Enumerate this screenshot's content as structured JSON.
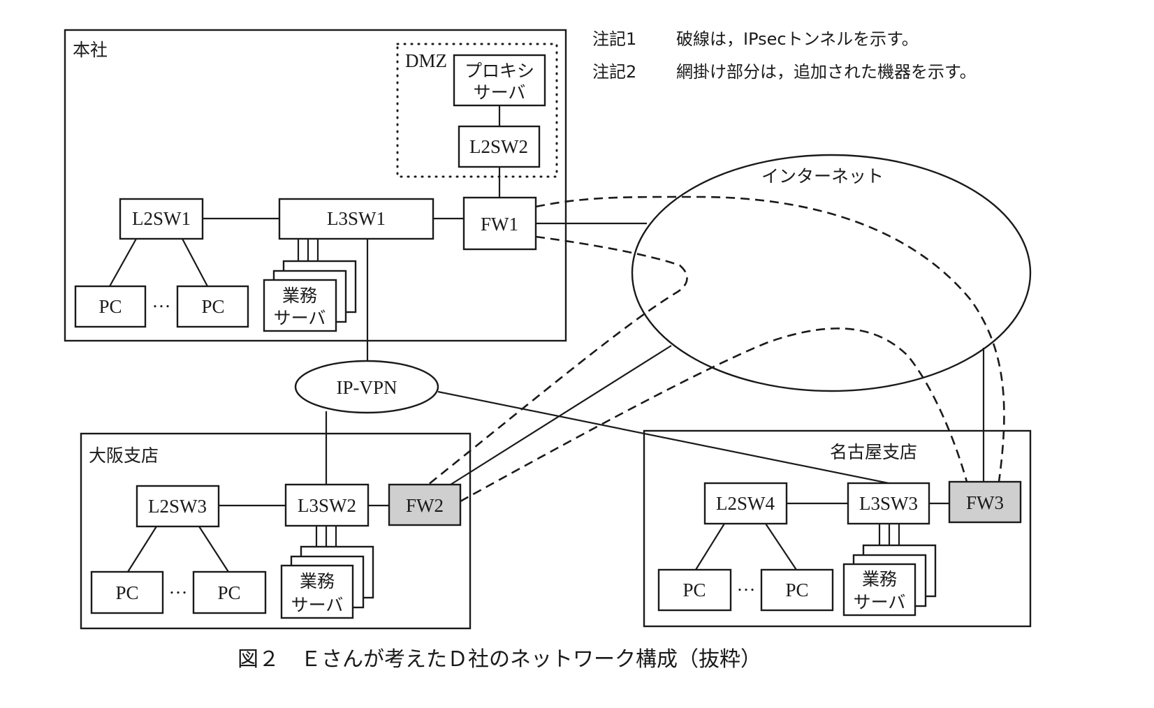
{
  "notes": [
    {
      "label": "注記1",
      "text": "破線は，IPsecトンネルを示す。"
    },
    {
      "label": "注記2",
      "text": "網掛け部分は，追加された機器を示す。"
    }
  ],
  "caption": "図２　Ｅさんが考えたＤ社のネットワーク構成（抜粋）",
  "regions": {
    "hq": "本社",
    "dmz": "DMZ",
    "osaka": "大阪支店",
    "nagoya": "名古屋支店"
  },
  "networks": {
    "internet": "インターネット",
    "ipvpn": "IP-VPN"
  },
  "devices": {
    "proxy_line1": "プロキシ",
    "proxy_line2": "サーバ",
    "l2sw2": "L2SW2",
    "fw1": "FW1",
    "l3sw1": "L3SW1",
    "l2sw1": "L2SW1",
    "l2sw3": "L2SW3",
    "l3sw2": "L3SW2",
    "fw2": "FW2",
    "l2sw4": "L2SW4",
    "l3sw3": "L3SW3",
    "fw3": "FW3",
    "pc": "PC",
    "ellipsis": "…",
    "server_line1": "業務",
    "server_line2": "サーバ"
  },
  "added_device_color": "#cfcfcf"
}
